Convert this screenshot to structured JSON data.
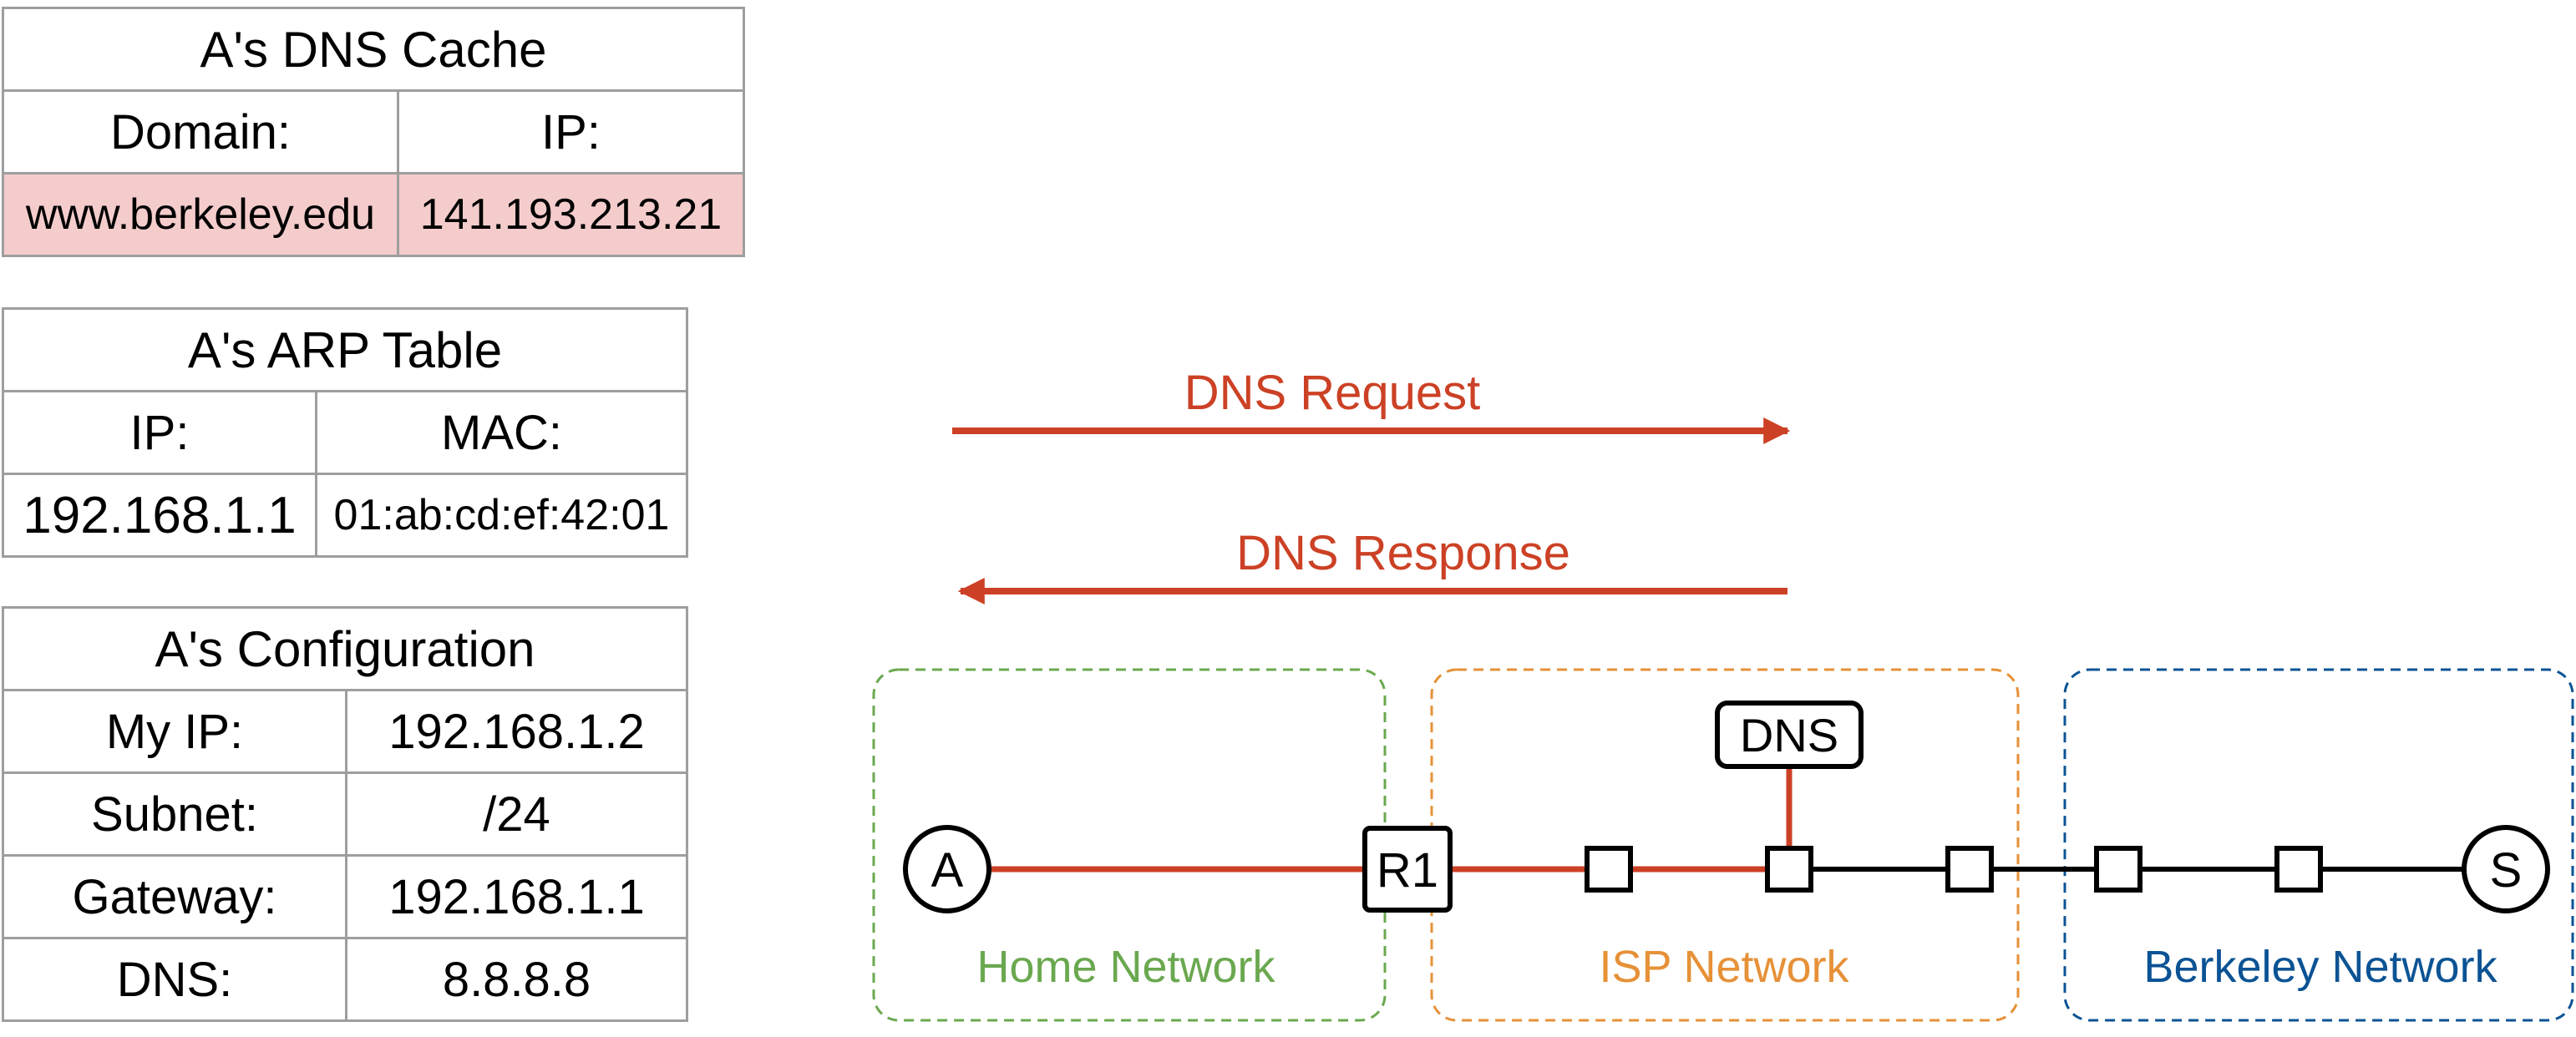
{
  "dns_cache": {
    "title": "A's DNS Cache",
    "headers": [
      "Domain:",
      "IP:"
    ],
    "rows": [
      {
        "domain": "www.berkeley.edu",
        "ip": "141.193.213.21",
        "highlighted": true
      }
    ]
  },
  "arp_table": {
    "title": "A's ARP Table",
    "headers": [
      "IP:",
      "MAC:"
    ],
    "rows": [
      {
        "ip": "192.168.1.1",
        "mac": "01:ab:cd:ef:42:01"
      }
    ]
  },
  "configuration": {
    "title": "A's Configuration",
    "rows": [
      {
        "key": "My IP:",
        "value": "192.168.1.2"
      },
      {
        "key": "Subnet:",
        "value": "/24"
      },
      {
        "key": "Gateway:",
        "value": "192.168.1.1"
      },
      {
        "key": "DNS:",
        "value": "8.8.8.8"
      }
    ]
  },
  "arrows": {
    "request": "DNS Request",
    "response": "DNS Response"
  },
  "networks": {
    "home": "Home Network",
    "isp": "ISP Network",
    "berkeley": "Berkeley Network"
  },
  "nodes": {
    "host_a": "A",
    "router_r1": "R1",
    "dns_server": "DNS",
    "server_s": "S"
  },
  "colors": {
    "path_red": "#cc4125",
    "home_green": "#6aa84f",
    "isp_orange": "#e69138",
    "berkeley_blue": "#0b5394",
    "highlight_row": "#f4cccc",
    "table_border": "#9e9e9e"
  }
}
